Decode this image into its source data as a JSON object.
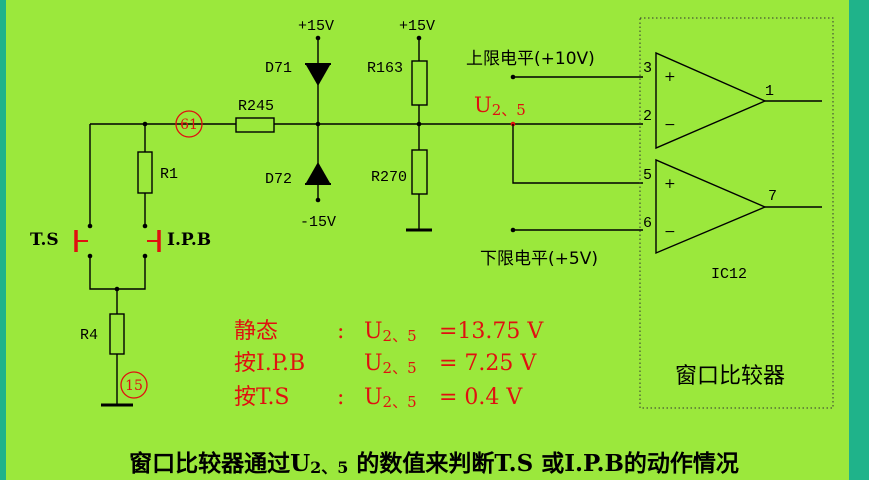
{
  "colors": {
    "outer_background": "#1fb38a",
    "panel": "#9be83c",
    "highlight": "#e01010",
    "line": "#000000"
  },
  "circuit": {
    "supply_pos_diode": "+15V",
    "supply_pos_res": "+15V",
    "supply_neg": "-15V",
    "diode_top": "D71",
    "diode_bottom": "D72",
    "res_series": "R245",
    "res_pullup": "R163",
    "res_pulldown": "R270",
    "res_r1": "R1",
    "res_r4": "R4",
    "node_top": "61",
    "node_bottom": "15",
    "switch_ts": "T.S",
    "switch_ipb": "I.P.B",
    "node_voltage_label": {
      "main": "U",
      "sub": "2、5"
    },
    "upper_level": "上限电平(+10V)",
    "lower_level": "下限电平(+5V)",
    "op1_pin_plus": "3",
    "op1_pin_minus": "2",
    "op1_pin_out": "1",
    "op2_pin_plus": "5",
    "op2_pin_minus": "6",
    "op2_pin_out": "7",
    "plus_sign": "+",
    "minus_sign": "−",
    "ic_label": "IC12",
    "box_caption": "窗口比较器"
  },
  "readings": [
    {
      "state": "静态",
      "u_main": "U",
      "u_sub": "2、5",
      "value": "=13.75 V"
    },
    {
      "state": "按I.P.B",
      "u_main": "U",
      "u_sub": "2、5",
      "value": "= 7.25 V"
    },
    {
      "state": "按T.S",
      "u_main": "U",
      "u_sub": "2、5",
      "value": "= 0.4 V"
    }
  ],
  "readings_colon": ":",
  "caption": {
    "part1": "窗口比较器通过U",
    "sub": "2、5",
    "part2": " 的数值来判断T.S 或I.P.B的动作情况"
  }
}
